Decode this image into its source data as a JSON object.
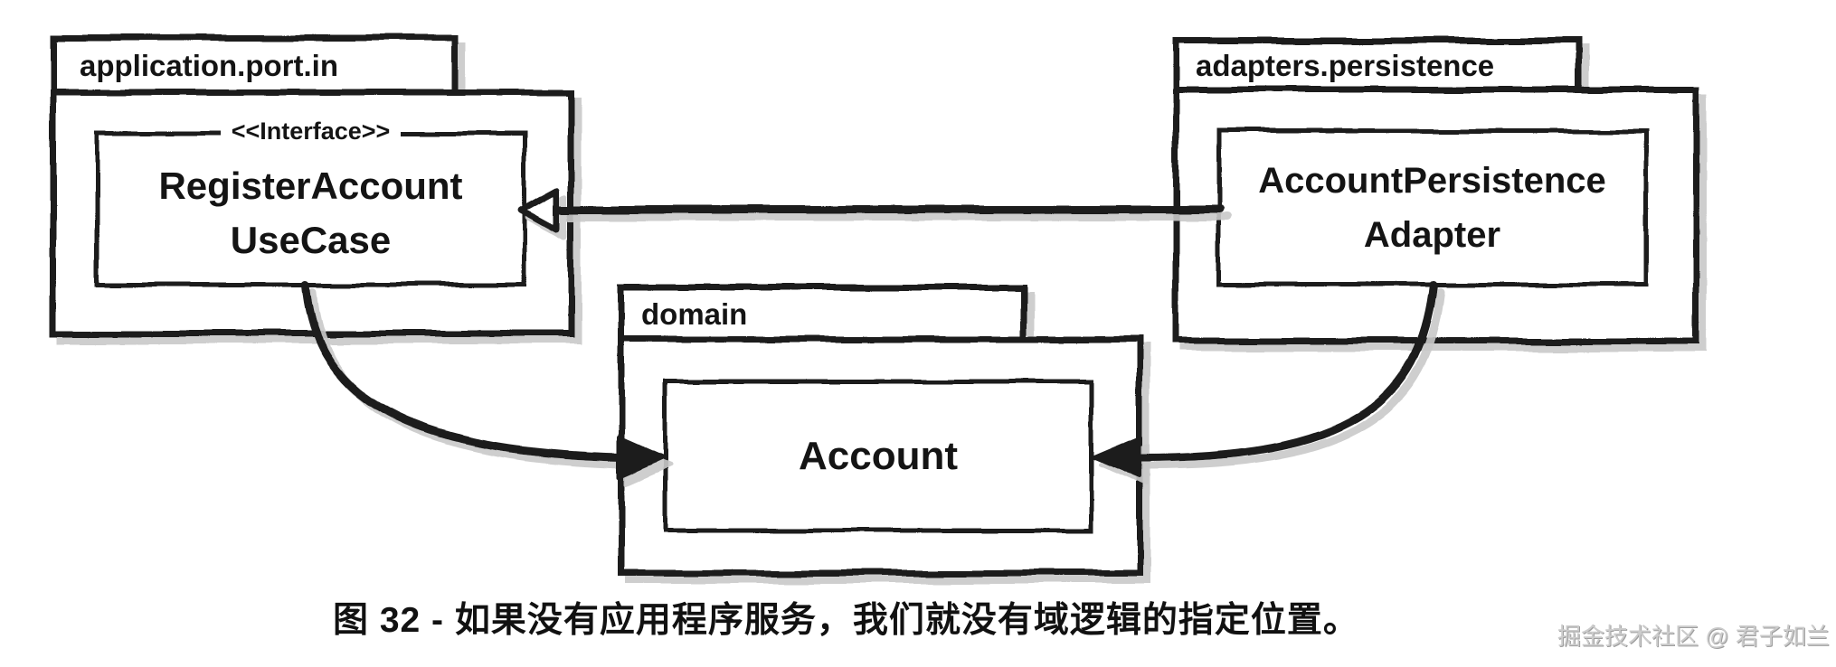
{
  "figure": {
    "caption": "图 32 - 如果没有应用程序服务，我们就没有域逻辑的指定位置。",
    "watermark": "掘金技术社区 @ 君子如兰"
  },
  "packages": {
    "app_port_in": {
      "label": "application.port.in"
    },
    "adapters_persistence": {
      "label": "adapters.persistence"
    },
    "domain": {
      "label": "domain"
    }
  },
  "classes": {
    "usecase": {
      "stereotype": "<<Interface>>",
      "line1": "RegisterAccount",
      "line2": "UseCase"
    },
    "adapter": {
      "line1": "AccountPersistence",
      "line2": "Adapter"
    },
    "account": {
      "line1": "Account"
    }
  },
  "edges": [
    {
      "from": "AccountPersistenceAdapter",
      "to": "RegisterAccountUseCase",
      "head": "open",
      "style": "solid"
    },
    {
      "from": "RegisterAccountUseCase",
      "to": "Account",
      "head": "filled",
      "style": "solid-curve"
    },
    {
      "from": "AccountPersistenceAdapter",
      "to": "Account",
      "head": "filled",
      "style": "solid-curve"
    }
  ],
  "colors": {
    "ink": "#1c1c1c",
    "shadow": "#c9c9c9",
    "background": "#ffffff",
    "watermark": "#cccccc"
  }
}
